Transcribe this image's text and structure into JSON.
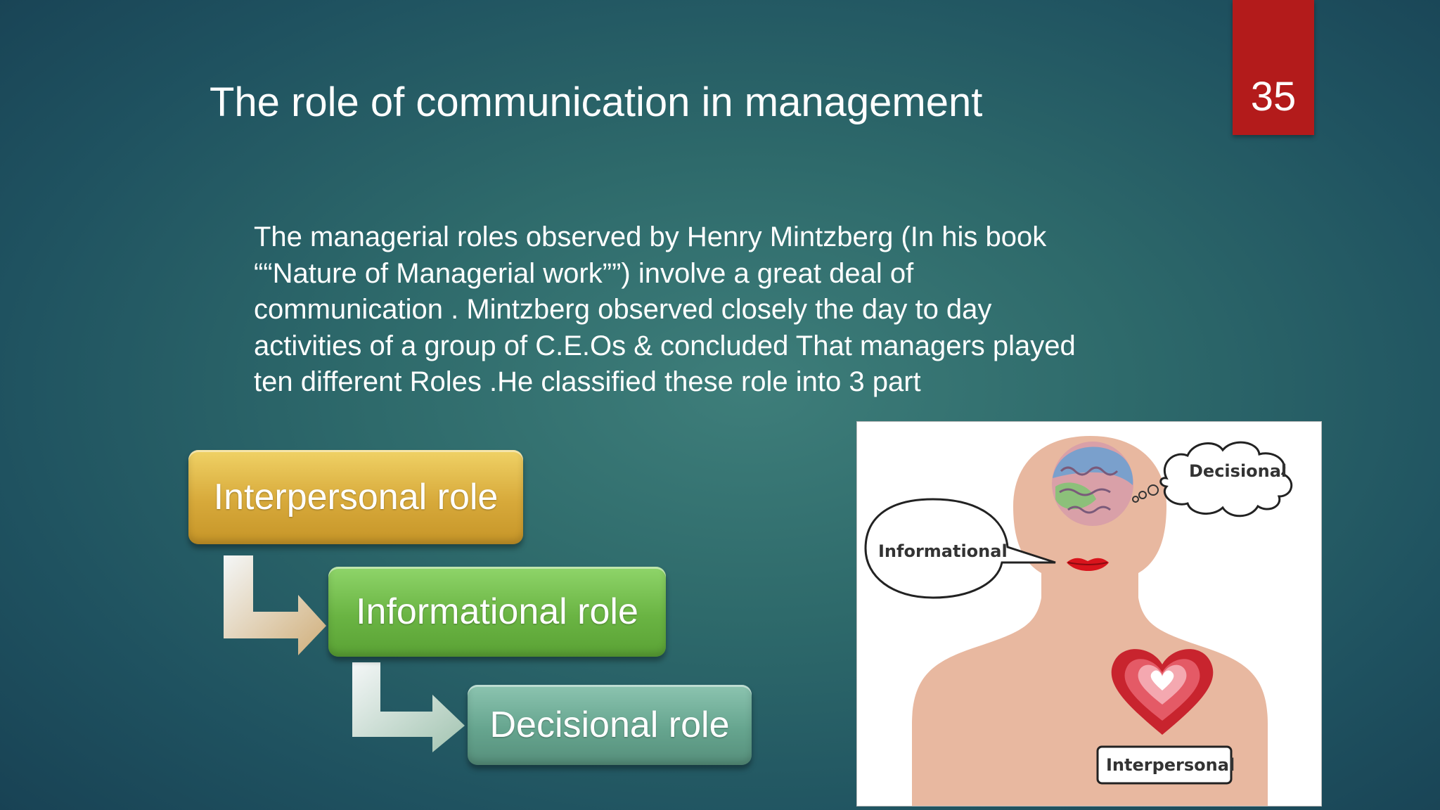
{
  "slide": {
    "title": "The role of communication in management",
    "page_number": "35"
  },
  "body": {
    "lines": [
      "The managerial roles observed by Henry Mintzberg (In his book",
      "““Nature of Managerial work””) involve a great deal of",
      "communication . Mintzberg  observed closely the day to day",
      "activities of a group of C.E.Os & concluded That managers played",
      "ten different Roles .He classified these role into 3 part"
    ]
  },
  "roles": [
    {
      "label": "Interpersonal role",
      "color": "#d7a93a"
    },
    {
      "label": "Informational role",
      "color": "#6ab443"
    },
    {
      "label": "Decisional role",
      "color": "#66a58f"
    }
  ],
  "figure": {
    "labels": {
      "decisional": "Decisional",
      "informational": "Informational",
      "interpersonal": "Interpersonal"
    },
    "colors": {
      "skin": "#e8b8a0",
      "heart": "#c8242e",
      "lips": "#d8141c"
    }
  },
  "theme": {
    "accent": "#b31b1b",
    "background": "#2e6a6b"
  }
}
